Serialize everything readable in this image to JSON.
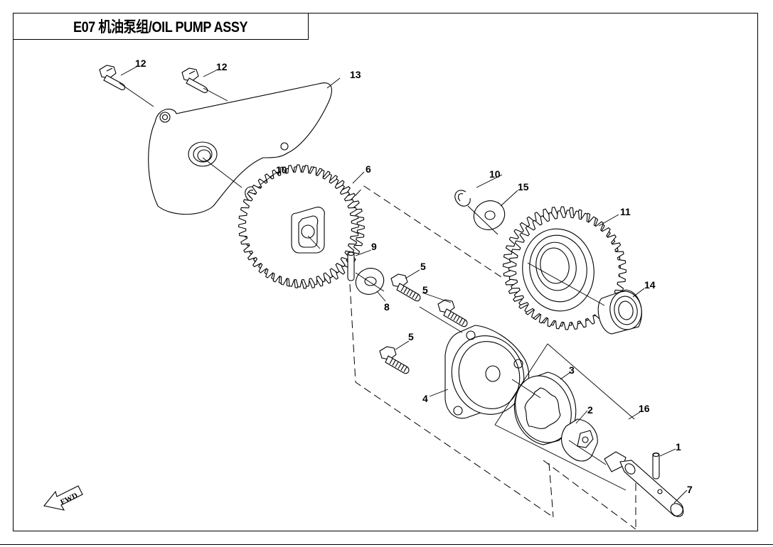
{
  "title": "E07 机油泵组/OIL PUMP ASSY",
  "fwd_label": "FWD",
  "callouts": {
    "c1": "1",
    "c2": "2",
    "c3": "3",
    "c4": "4",
    "c5a": "5",
    "c5b": "5",
    "c5c": "5",
    "c6": "6",
    "c7": "7",
    "c8": "8",
    "c9": "9",
    "c10a": "10",
    "c10b": "10",
    "c11": "11",
    "c12a": "12",
    "c12b": "12",
    "c13": "13",
    "c14": "14",
    "c15": "15",
    "c16": "16"
  }
}
